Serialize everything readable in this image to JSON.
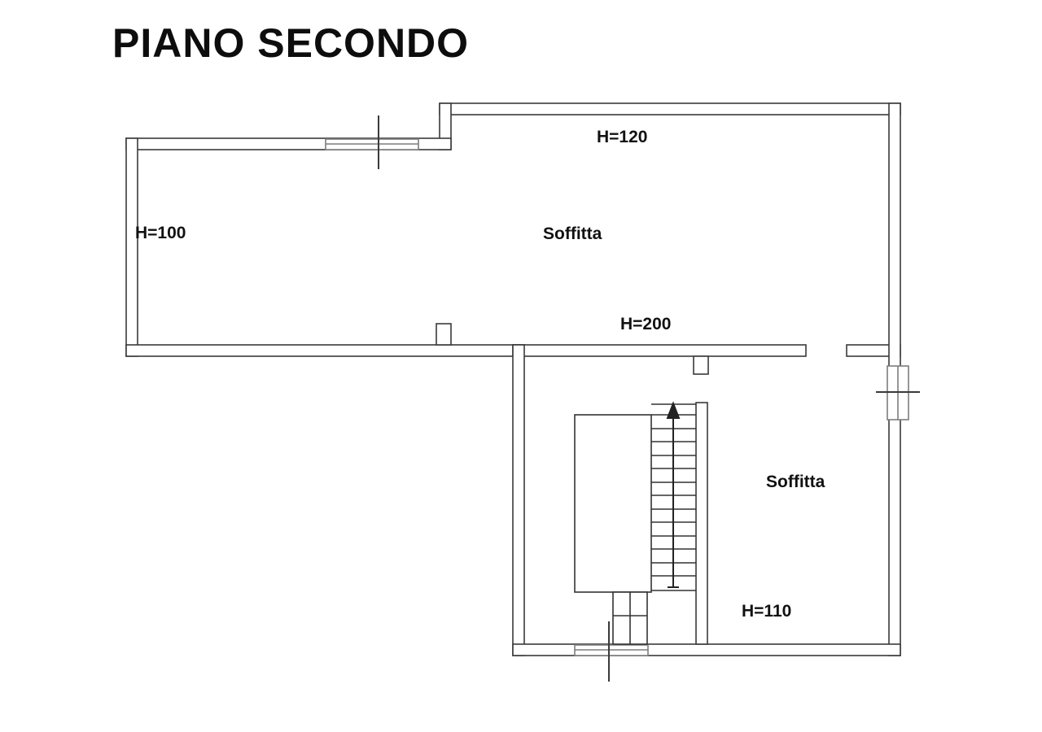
{
  "title": "PIANO SECONDO",
  "labels": {
    "h_top": "H=120",
    "room_upper": "Soffitta",
    "h_left": "H=100",
    "h_middle": "H=200",
    "room_lower": "Soffitta",
    "h_bottom": "H=110"
  },
  "rooms": [
    {
      "name": "Soffitta",
      "height_notes": [
        "H=100",
        "H=120",
        "H=200"
      ]
    },
    {
      "name": "Soffitta",
      "height_notes": [
        "H=110"
      ]
    }
  ],
  "colors": {
    "wall": "#3a3a3a",
    "window": "#7d7d7d",
    "text": "#111111",
    "background": "#ffffff"
  }
}
